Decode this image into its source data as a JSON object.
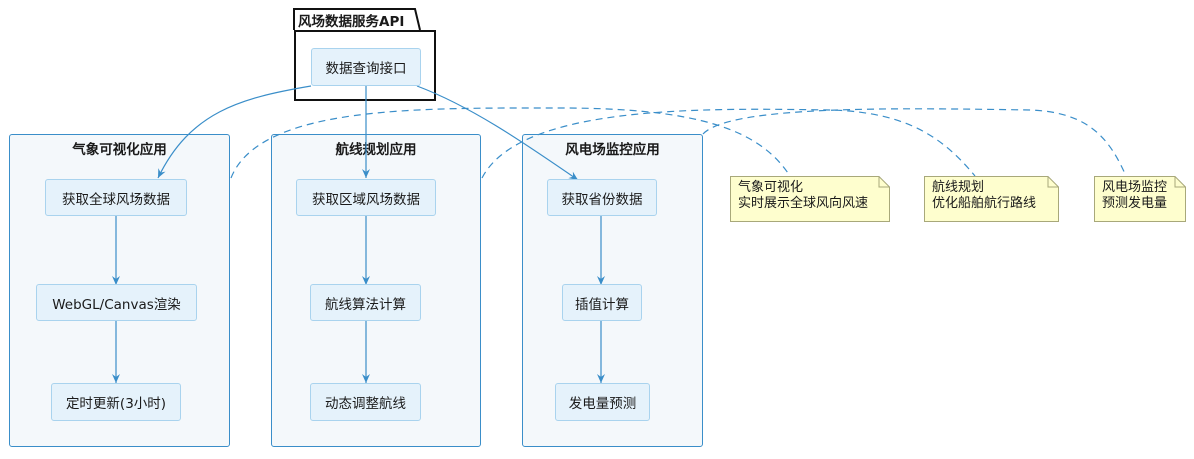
{
  "package": {
    "title": "风场数据服务API",
    "node": "数据查询接口"
  },
  "groups": {
    "weather": {
      "title": "气象可视化应用",
      "steps": [
        "获取全球风场数据",
        "WebGL/Canvas渲染",
        "定时更新(3小时)"
      ]
    },
    "route": {
      "title": "航线规划应用",
      "steps": [
        "获取区域风场数据",
        "航线算法计算",
        "动态调整航线"
      ]
    },
    "farm": {
      "title": "风电场监控应用",
      "steps": [
        "获取省份数据",
        "插值计算",
        "发电量预测"
      ]
    }
  },
  "notes": {
    "weather": {
      "line1": "气象可视化",
      "line2": "实时展示全球风向风速"
    },
    "route": {
      "line1": "航线规划",
      "line2": "优化船舶航行路线"
    },
    "farm": {
      "line1": "风电场监控",
      "line2": "预测发电量"
    }
  },
  "colors": {
    "arrow": "#3a8ec9",
    "group_border": "#3a8ec9",
    "node_fill": "#e5f2fb",
    "note_fill": "#fefece",
    "note_border": "#a8a87a"
  }
}
